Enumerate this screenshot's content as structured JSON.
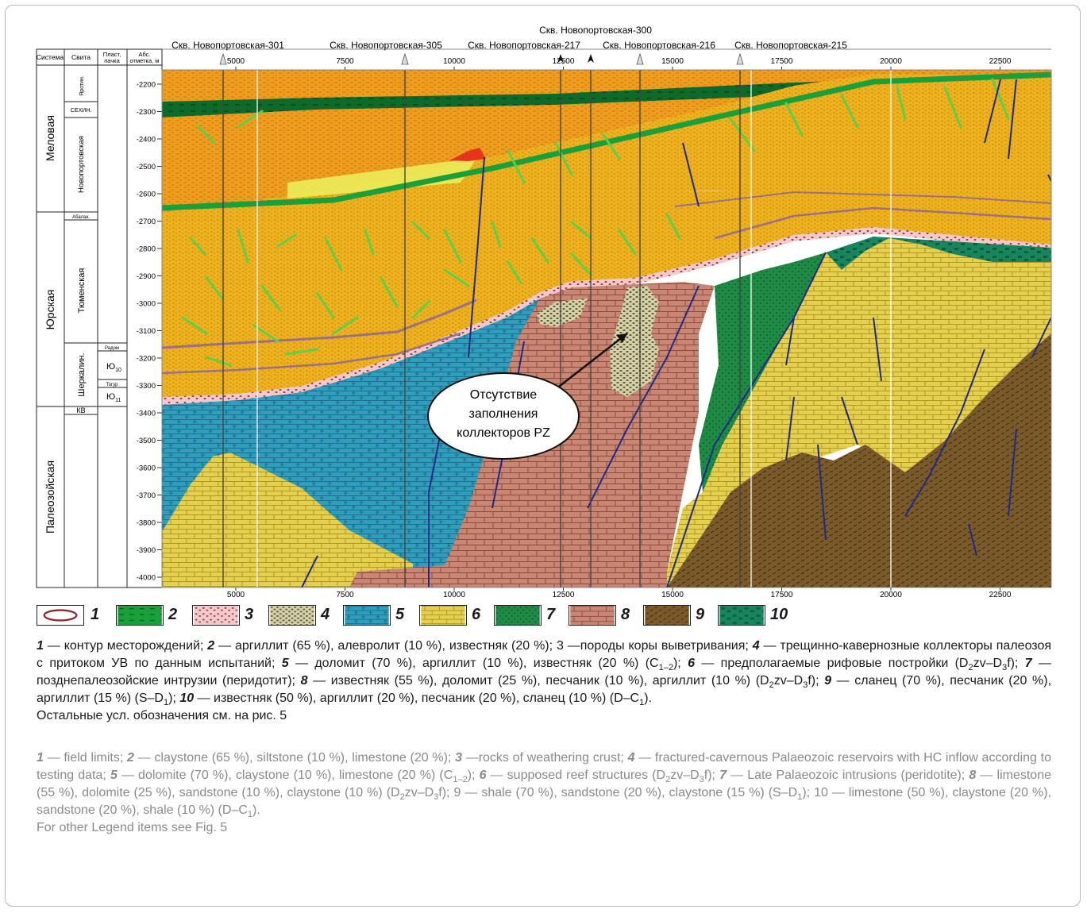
{
  "figure": {
    "wells": [
      {
        "label": "Скв. Новопортовская-301",
        "symbol": "gas"
      },
      {
        "label": "Скв. Новопортовская-305",
        "symbol": "gas"
      },
      {
        "label": "Скв. Новопортовская-217",
        "symbol": "oil"
      },
      {
        "label": "Скв. Новопортовская-300",
        "symbol": "gas"
      },
      {
        "label": "Скв. Новопортовская-216",
        "symbol": "oil"
      },
      {
        "label": "Скв. Новопортовская-215",
        "symbol": "gas"
      }
    ],
    "column_headers": {
      "system": "Система",
      "suite": "Свита",
      "layer_line1": "Пласт,",
      "layer_line2": "пачка",
      "depth_line1": "Абс.",
      "depth_line2": "отметка, м"
    },
    "systems": [
      "Меловая",
      "Юрская",
      "Палеозойская"
    ],
    "suites": {
      "yarotin": "Яротин.",
      "sehin": "СЕХИН.",
      "novoport": "Новопортовская",
      "abalak": "Абалак.",
      "tyumen": "Тюменская",
      "sherkalin": "Шеркалин.",
      "kv": "КВ"
    },
    "packs": {
      "radom": "Радом",
      "u10_base": "Ю",
      "u10_sub": "10",
      "tugur": "Тогур",
      "u11_base": "Ю",
      "u11_sub": "11"
    },
    "depth_ticks": [
      "-2200",
      "-2300",
      "-2400",
      "-2500",
      "-2600",
      "-2700",
      "-2800",
      "-2900",
      "-3000",
      "-3100",
      "-3200",
      "-3300",
      "-3400",
      "-3500",
      "-3600",
      "-3700",
      "-3800",
      "-3900",
      "-4000"
    ],
    "distance_ticks": [
      "5000",
      "7500",
      "10000",
      "12500",
      "15000",
      "17500",
      "20000",
      "22500"
    ],
    "callout": [
      "Отсутствие",
      "заполнения",
      "коллекторов PZ"
    ]
  },
  "legend": [
    {
      "num": "1",
      "name": "field-contour"
    },
    {
      "num": "2",
      "name": "claystone"
    },
    {
      "num": "3",
      "name": "weathering-crust"
    },
    {
      "num": "4",
      "name": "fractured-reservoir"
    },
    {
      "num": "5",
      "name": "dolomite"
    },
    {
      "num": "6",
      "name": "reef"
    },
    {
      "num": "7",
      "name": "intrusion"
    },
    {
      "num": "8",
      "name": "limestone"
    },
    {
      "num": "9",
      "name": "shale"
    },
    {
      "num": "10",
      "name": "limestone-50"
    }
  ],
  "caption_ru": {
    "i1": {
      "n": "1",
      "t": " — контур месторождений; "
    },
    "i2": {
      "n": "2",
      "t": " — аргиллит (65 %), алевролит (10 %), известняк (20 %); 3 —породы коры выветривания; "
    },
    "i4": {
      "n": "4",
      "t": " — трещинно-кавернозные коллекторы палеозоя с притоком УВ по данным испытаний; "
    },
    "i5": {
      "n": "5",
      "t": " — доломит (70 %), аргиллит (10 %), известняк (20 %) (C",
      "sub": "1–2",
      "tail": "); "
    },
    "i6": {
      "n": "6",
      "t": " — предполагаемые рифовые постройки (D",
      "s1": "2",
      "m1": "zv–D",
      "s2": "3",
      "tail": "f); "
    },
    "i7": {
      "n": "7",
      "t": " — позднепалеозойские интрузии (перидотит); "
    },
    "i8": {
      "n": "8",
      "t": " — известняк (55 %), доломит (25 %), песчаник (10 %), аргиллит (10 %) (D",
      "s1": "2",
      "m1": "zv–D",
      "s2": "3",
      "tail": "f); "
    },
    "i9": {
      "n": "9",
      "t": " — сланец (70 %), песчаник (20 %), аргиллит (15 %) (S–D",
      "sub": "1",
      "tail": "); "
    },
    "i10": {
      "n": "10",
      "t": " — известняк (50 %), аргиллит (20 %), песчаник (20 %), сланец (10 %) (D–C",
      "sub": "1",
      "tail": ")."
    },
    "note": "Остальные усл. обозначения см. на рис. 5"
  },
  "caption_en": {
    "i1": {
      "n": "1",
      "t": " — field limits; "
    },
    "i2": {
      "n": "2",
      "t": " — claystone (65 %), siltstone (10 %), limestone (20 %); "
    },
    "i3": {
      "n": "3",
      "t": " —rocks of weathering crust; "
    },
    "i4": {
      "n": "4",
      "t": " — fractured-cavernous Palaeozoic reservoirs with HC inflow according to testing data; "
    },
    "i5": {
      "n": "5",
      "t": " — dolomite (70 %), claystone (10 %), limestone (20 %) (C",
      "sub": "1–2",
      "tail": "); "
    },
    "i6": {
      "n": "6",
      "t": " — supposed reef structures (D",
      "s1": "2",
      "m1": "zv–D",
      "s2": "3",
      "tail": "f); "
    },
    "i7": {
      "n": "7",
      "t": " — Late Palaeozoic intrusions (peridotite); "
    },
    "i8": {
      "n": "8",
      "t": " — limestone (55 %), dolomite (25 %), sandstone (10 %), claystone (10 %) (D",
      "s1": "2",
      "m1": "zv–D",
      "s2": "3",
      "tail": "f); "
    },
    "i9": {
      "t": "9 — shale (70 %), sandstone (20 %), claystone (15 %) (S–D",
      "sub": "1",
      "tail": "); "
    },
    "i10": {
      "t": "10 — limestone (50 %), claystone (20 %), sandstone (20 %), shale (10 %) (D–C",
      "sub": "1",
      "tail": ")."
    },
    "note": "For other Legend items see Fig. 5"
  },
  "colors": {
    "weathering": "#f3c9cb",
    "claystone": "#18a23a",
    "terrigenous": "#f0b21e",
    "upper_orange": "#f0a020",
    "dolomite": "#2e9fc0",
    "reef": "#d9c444",
    "intrusion": "#1f8a45",
    "limestone": "#c98672",
    "shale": "#7a5a2a",
    "limestone50": "#17855d",
    "faults": "#1d2a8a"
  }
}
